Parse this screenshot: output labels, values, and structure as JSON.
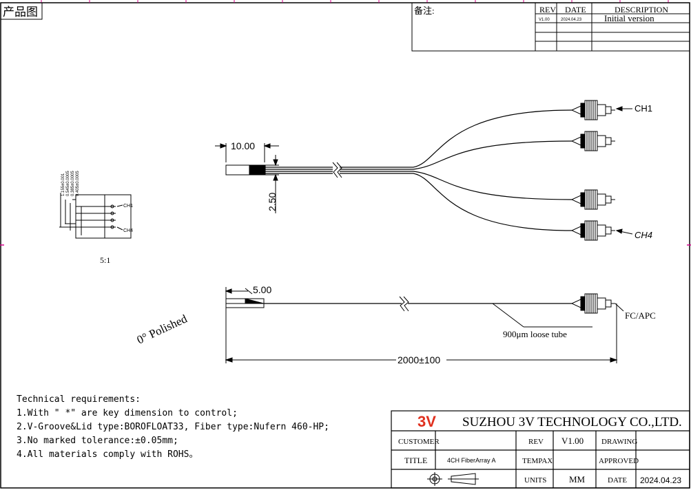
{
  "header": {
    "product_drawing_label": "产品图"
  },
  "notes_box": {
    "label": "备注:"
  },
  "revision_table": {
    "headers": [
      "REV",
      "DATE",
      "DESCRIPTION"
    ],
    "rows": [
      {
        "rev": "V1.00",
        "date": "2024.04.23",
        "description": "Initial version"
      }
    ]
  },
  "end_view": {
    "dims": [
      "1.155±0.001",
      "0.545±0.0005",
      "0.385±0.0005",
      "0.405±0.0005"
    ],
    "ch1": "CH1",
    "ch4": "CH4",
    "scale": "5:1"
  },
  "top_view": {
    "dim_length": "10.00",
    "dim_height": "2.50",
    "ch1": "CH1",
    "ch4": "CH4"
  },
  "side_view": {
    "dim_polish_length": "5.00",
    "polish_label": "0° Polished",
    "connector_label": "FC/APC",
    "tube_label": "900μm loose tube",
    "total_length": "2000±100"
  },
  "tech_requirements": {
    "title": "Technical requirements:",
    "items": [
      "1.With \" *\" are key dimension to control;",
      "2.V-Groove&Lid type:BOROFLOAT33, Fiber type:Nufern 460-HP;",
      "3.No marked tolerance:±0.05mm;",
      "4.All materials comply with ROHS。"
    ]
  },
  "title_block": {
    "logo_text": "3V",
    "company": "SUZHOU 3V TECHNOLOGY CO.,LTD.",
    "customer_label": "CUSTOMER",
    "customer_value": "",
    "rev_label": "REV",
    "rev_value": "V1.00",
    "drawing_label": "DRAWING",
    "drawing_value": "",
    "title_label": "TITLE",
    "title_value": "4CH FiberArray A",
    "tempax_label": "TEMPAX",
    "tempax_value": "",
    "approved_label": "APPROVED",
    "approved_value": "",
    "units_label": "UNITS",
    "units_value": "MM",
    "date_label": "DATE",
    "date_value": "2024.04.23"
  },
  "colors": {
    "line": "#000000",
    "logo": "#e0301e",
    "marker": "#d4008a"
  }
}
